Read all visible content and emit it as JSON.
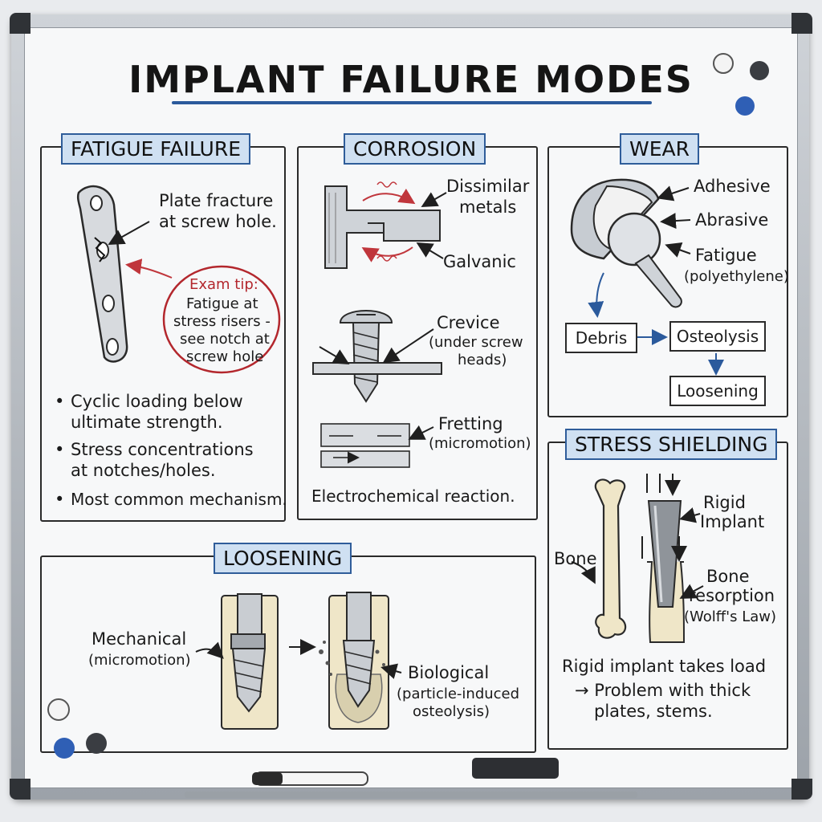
{
  "title": "IMPLANT FAILURE MODES",
  "fatigue": {
    "heading": "FATIGUE FAILURE",
    "label_line1": "Plate fracture",
    "label_line2": "at screw hole.",
    "tip_title": "Exam tip:",
    "tip_lines": [
      "Fatigue at",
      "stress risers -",
      "see notch at",
      "screw hole"
    ],
    "bullets": [
      [
        "Cyclic loading below",
        "ultimate strength."
      ],
      [
        "Stress concentrations",
        "at notches/holes."
      ],
      [
        "Most common mechanism."
      ]
    ]
  },
  "corrosion": {
    "heading": "CORROSION",
    "dissimilar": [
      "Dissimilar",
      "metals"
    ],
    "galvanic": "Galvanic",
    "crevice": [
      "Crevice",
      "(under screw",
      "heads)"
    ],
    "fretting": [
      "Fretting",
      "(micromotion)"
    ],
    "footer": "Electrochemical reaction."
  },
  "wear": {
    "heading": "WEAR",
    "labels": [
      "Adhesive",
      "Abrasive",
      "Fatigue"
    ],
    "fatigue_sub": "(polyethylene)",
    "flow": [
      "Debris",
      "Osteolysis",
      "Loosening"
    ]
  },
  "stress_shielding": {
    "heading": "STRESS SHIELDING",
    "rigid": [
      "Rigid",
      "Implant"
    ],
    "bone": "Bone",
    "resorption": [
      "Bone",
      "resorption",
      "(Wolff's Law)"
    ],
    "summary": [
      "Rigid implant takes load",
      "→ Problem with thick",
      "plates, stems."
    ]
  },
  "loosening": {
    "heading": "LOOSENING",
    "mechanical": [
      "Mechanical",
      "(micromotion)"
    ],
    "biological": [
      "Biological",
      "(particle-induced",
      "osteolysis)"
    ]
  },
  "colors": {
    "accent": "#2b5a9c",
    "heading_fill": "#cfe0f2",
    "tip": "#b3272d",
    "bone": "#efe6c8"
  }
}
